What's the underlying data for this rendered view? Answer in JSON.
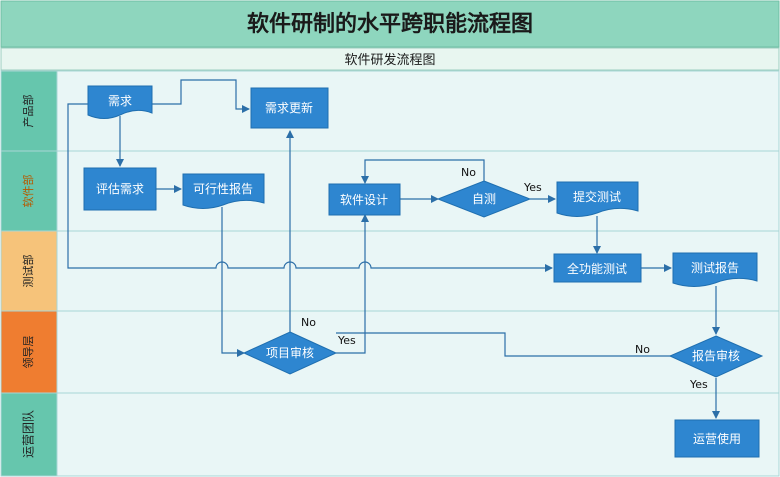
{
  "title": "软件研制的水平跨职能流程图",
  "subtitle": "软件研发流程图",
  "colors": {
    "header_bg": "#8ed6be",
    "subheader_bg": "#e8f6f0",
    "lane_bg": "#e9f6f6",
    "shape_fill": "#2e86d0",
    "shape_stroke": "#1f6fb0",
    "line": "#2c6fa8",
    "lane_colors": [
      "#66c6ad",
      "#66c6ad",
      "#f6c37a",
      "#ef7d30",
      "#66c6ad"
    ]
  },
  "lanes": [
    {
      "label": "产品部"
    },
    {
      "label": "软件部"
    },
    {
      "label": "测试部"
    },
    {
      "label": "领导层"
    },
    {
      "label": "运营团队"
    }
  ],
  "nodes": {
    "requirement": "需求",
    "requirement_update": "需求更新",
    "evaluate": "评估需求",
    "feasibility_report": "可行性报告",
    "software_design": "软件设计",
    "self_test": "自测",
    "submit_test": "提交测试",
    "full_test": "全功能测试",
    "test_report": "测试报告",
    "project_review": "项目审核",
    "report_review": "报告审核",
    "operation_use": "运营使用"
  },
  "edge_labels": {
    "self_no": "No",
    "self_yes": "Yes",
    "project_no": "No",
    "project_yes": "Yes",
    "report_no": "No",
    "report_yes": "Yes"
  }
}
